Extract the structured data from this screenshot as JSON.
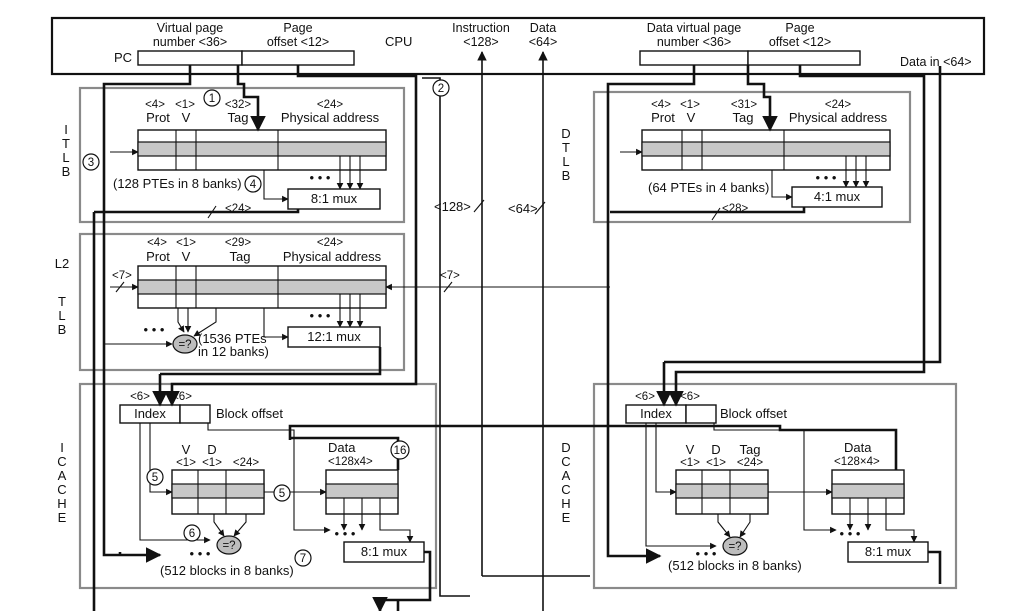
{
  "cpu": {
    "label": "CPU",
    "pc": "PC",
    "vpn_label_1": "Virtual page",
    "vpn_label_2": "number <36>",
    "poff_label_1": "Page",
    "poff_label_2": "offset <12>",
    "instr_label_1": "Instruction",
    "instr_label_2": "<128>",
    "data_label_1": "Data",
    "data_label_2": "<64>",
    "dvpn_label_1": "Data virtual page",
    "dvpn_label_2": "number <36>",
    "dpoff_label_1": "Page",
    "dpoff_label_2": "offset <12>",
    "data_in": "Data in <64>"
  },
  "itlb": {
    "side": [
      "I",
      "T",
      "L",
      "B"
    ],
    "w_prot": "<4>",
    "w_v": "<1>",
    "w_tag": "<32>",
    "w_pa": "<24>",
    "h_prot": "Prot",
    "h_v": "V",
    "h_tag": "Tag",
    "h_pa": "Physical address",
    "ptes": "(128 PTEs in 8 banks)",
    "mux": "8:1 mux",
    "out": "<24>"
  },
  "dtlb": {
    "side": [
      "D",
      "T",
      "L",
      "B"
    ],
    "w_prot": "<4>",
    "w_v": "<1>",
    "w_tag": "<31>",
    "w_pa": "<24>",
    "h_prot": "Prot",
    "h_v": "V",
    "h_tag": "Tag",
    "h_pa": "Physical address",
    "ptes": "(64 PTEs in 4 banks)",
    "mux": "4:1 mux",
    "out": "<28>"
  },
  "l2tlb": {
    "side_top": "L2",
    "side": [
      "T",
      "L",
      "B"
    ],
    "w_prot": "<4>",
    "w_v": "<1>",
    "w_tag": "<29>",
    "w_pa": "<24>",
    "h_prot": "Prot",
    "h_v": "V",
    "h_tag": "Tag",
    "h_pa": "Physical address",
    "in_left": "<7>",
    "in_right": "<7>",
    "ptes_1": "(1536 PTEs",
    "ptes_2": "in 12 banks)",
    "mux": "12:1 mux",
    "cmp": "=?"
  },
  "buses": {
    "b128": "<128>",
    "b64": "<64>"
  },
  "icache": {
    "side": [
      "I",
      "C",
      "A",
      "C",
      "H",
      "E"
    ],
    "w_index": "<6>",
    "w_boff": "<6>",
    "index": "Index",
    "boff": "Block offset",
    "h_v": "V",
    "h_d": "D",
    "w_v": "<1>",
    "w_d": "<1>",
    "w_tag": "<24>",
    "data_1": "Data",
    "data_2": "<128x4>",
    "mux": "8:1 mux",
    "blocks": "(512 blocks in 8 banks)",
    "cmp": "=?"
  },
  "dcache": {
    "side": [
      "D",
      "C",
      "A",
      "C",
      "H",
      "E"
    ],
    "w_index": "<6>",
    "w_boff": "<6>",
    "index": "Index",
    "boff": "Block offset",
    "h_v": "V",
    "h_d": "D",
    "h_tag": "Tag",
    "w_v": "<1>",
    "w_d": "<1>",
    "w_tag": "<24>",
    "data_1": "Data",
    "data_2": "<128×4>",
    "mux": "8:1 mux",
    "blocks": "(512 blocks in 8 banks)",
    "cmp": "=?"
  },
  "steps": {
    "s1": "1",
    "s2": "2",
    "s3": "3",
    "s4": "4",
    "s5a": "5",
    "s5b": "5",
    "s6": "6",
    "s7": "7",
    "s16": "16"
  },
  "dots": "• • •"
}
